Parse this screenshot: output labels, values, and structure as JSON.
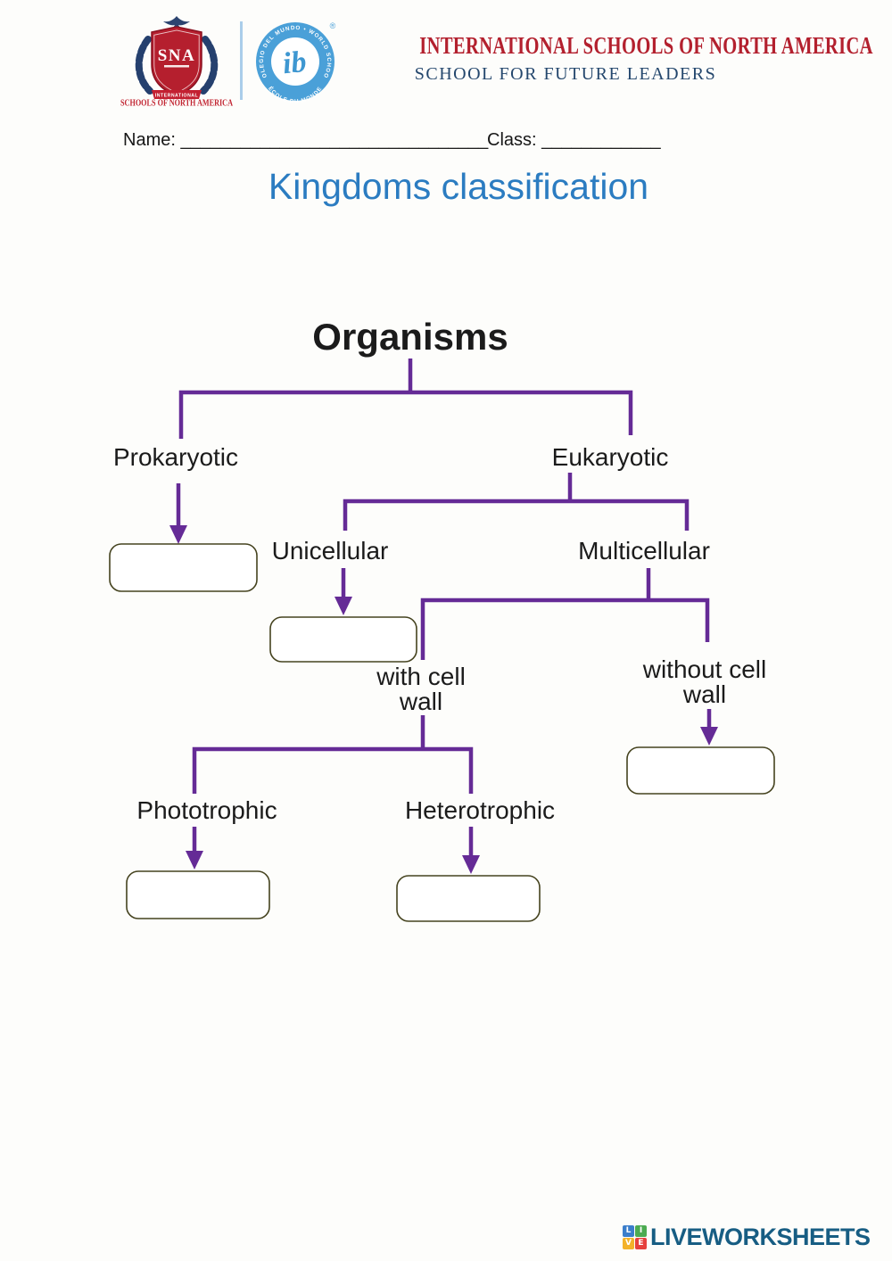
{
  "header": {
    "sna": {
      "abbr": "SNA",
      "banner": "INTERNATIONAL",
      "caption": "SCHOOLS OF NORTH AMERICA",
      "shield_red": "#b51f2e",
      "wreath_navy": "#25406e"
    },
    "ib": {
      "ring_text_top": "COLEGIO DEL MUNDO • WORLD SCHOOL",
      "ring_text_bottom": "ÉCOLE DU MONDE",
      "monogram": "ib",
      "registered": "®",
      "blue": "#4aa0d8"
    },
    "school_name": "INTERNATIONAL SCHOOLS OF NORTH AMERICA",
    "tagline": "SCHOOL FOR FUTURE LEADERS",
    "name_red": "#b3202e",
    "tagline_navy": "#24476d",
    "divider_blue": "#aacdea"
  },
  "form": {
    "name_label": "Name:",
    "name_line": "_______________________________",
    "class_label": "Class:",
    "class_line": "____________"
  },
  "title": {
    "text": "Kingdoms classification",
    "color": "#2b7cc1"
  },
  "diagram": {
    "root": "Organisms",
    "labels": {
      "prokaryotic": "Prokaryotic",
      "eukaryotic": "Eukaryotic",
      "unicellular": "Unicellular",
      "multicellular": "Multicellular",
      "with_cell_wall_line1": "with cell",
      "with_cell_wall_line2": "wall",
      "without_cell_wall_line1": "without cell",
      "without_cell_wall_line2": "wall",
      "phototrophic": "Phototrophic",
      "heterotrophic": "Heterotrophic"
    },
    "answer_boxes": [
      {
        "under": "Prokaryotic",
        "value": ""
      },
      {
        "under": "Unicellular",
        "value": ""
      },
      {
        "under": "without cell wall",
        "value": ""
      },
      {
        "under": "Phototrophic",
        "value": ""
      },
      {
        "under": "Heterotrophic",
        "value": ""
      }
    ],
    "line_color": "#652b96",
    "text_color": "#1b1b1b",
    "box_border_color": "#45431f"
  },
  "footer": {
    "brand": "LIVEWORKSHEETS",
    "brand_color": "#175d83",
    "tiles": [
      {
        "letter": "L",
        "color": "#3b7ecb"
      },
      {
        "letter": "I",
        "color": "#4cab51"
      },
      {
        "letter": "V",
        "color": "#f3b229"
      },
      {
        "letter": "E",
        "color": "#e6403c"
      }
    ]
  }
}
